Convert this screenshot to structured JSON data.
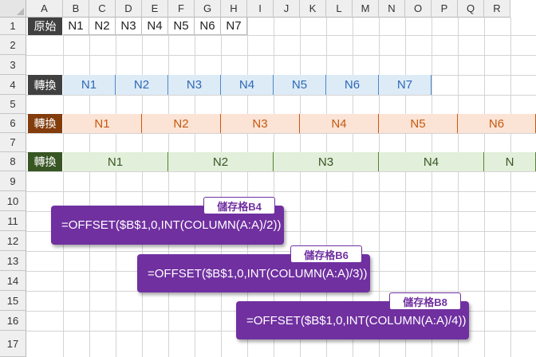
{
  "columns": [
    "A",
    "B",
    "C",
    "D",
    "E",
    "F",
    "G",
    "H",
    "I",
    "J",
    "K",
    "L",
    "M",
    "N",
    "O",
    "P",
    "Q",
    "R"
  ],
  "rows": [
    "1",
    "2",
    "3",
    "4",
    "5",
    "6",
    "7",
    "8",
    "9",
    "10",
    "11",
    "12",
    "13",
    "14",
    "15",
    "16",
    "17"
  ],
  "row1": {
    "label": "原始",
    "values": [
      "N1",
      "N2",
      "N3",
      "N4",
      "N5",
      "N6",
      "N7"
    ]
  },
  "row4": {
    "label": "轉換",
    "values": [
      "N1",
      "N2",
      "N3",
      "N4",
      "N5",
      "N6",
      "N7"
    ]
  },
  "row6": {
    "label": "轉換",
    "values": [
      "N1",
      "N2",
      "N3",
      "N4",
      "N5",
      "N6"
    ]
  },
  "row8": {
    "label": "轉換",
    "values": [
      "N1",
      "N2",
      "N3",
      "N4",
      "N"
    ]
  },
  "callouts": [
    {
      "tag": "儲存格B4",
      "formula": "=OFFSET($B$1,0,INT(COLUMN(A:A)/2))"
    },
    {
      "tag": "儲存格B6",
      "formula": "=OFFSET($B$1,0,INT(COLUMN(A:A)/3))"
    },
    {
      "tag": "儲存格B8",
      "formula": "=OFFSET($B$1,0,INT(COLUMN(A:A)/4))"
    }
  ],
  "colors": {
    "purple": "#7030a0",
    "blue": "#ddebf7",
    "orange": "#fbe3d5",
    "green": "#e2efda"
  }
}
